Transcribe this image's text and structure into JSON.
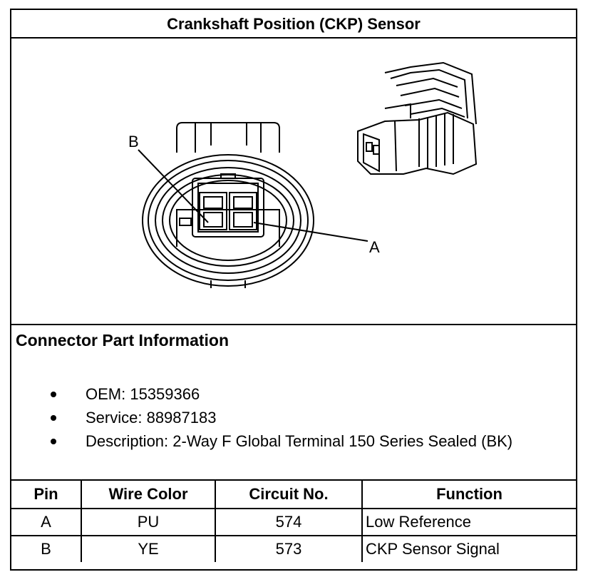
{
  "title": "Crankshaft Position (CKP) Sensor",
  "figure": {
    "callout_b": "B",
    "callout_a": "A"
  },
  "info": {
    "heading": "Connector Part Information",
    "items": [
      "OEM: 15359366",
      "Service: 88987183",
      "Description: 2-Way F Global Terminal 150 Series Sealed (BK)"
    ]
  },
  "table": {
    "headers": [
      "Pin",
      "Wire Color",
      "Circuit No.",
      "Function"
    ],
    "rows": [
      [
        "A",
        "PU",
        "574",
        "Low Reference"
      ],
      [
        "B",
        "YE",
        "573",
        "CKP Sensor Signal"
      ]
    ]
  }
}
